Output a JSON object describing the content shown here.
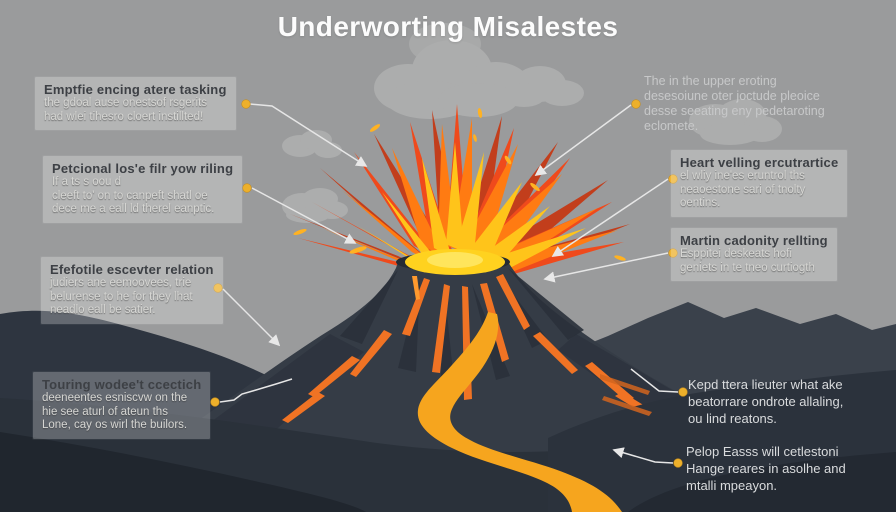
{
  "title": "Underworting Misalestes",
  "colors": {
    "sky": "#9a9b9c",
    "clouds": "#acadad",
    "title_text": "#fcfcfc",
    "box_title_text": "#3d4045",
    "box_body_text": "#d6d6d3",
    "sky_text": "#c7c8c9",
    "dark_text": "#d9dbdd",
    "leader_line": "#e6e6e6",
    "connector_dot": "#edb02b",
    "volcano": "#353c46",
    "volcano_shadow": "#2a303a",
    "terrain_mid": "#2a313a",
    "terrain_dark": "#20262e",
    "ridge_back": "#3a414b",
    "lava_river": "#f6a51e",
    "lava_streak": "#f07324",
    "flame_back": "#c23e1c",
    "flame_red": "#ef4a1c",
    "flame_orange": "#ff7b12",
    "flame_yellow": "#ffc41a",
    "flame_core": "#ffd21f"
  },
  "annotations": [
    {
      "id": "box-top-left",
      "title": "Emptfie encing atere tasking",
      "lines": [
        "the gdoal ause onestsof rsgerits",
        "had wlei tihesro cloert instillted!"
      ]
    },
    {
      "id": "box-left-2",
      "title": "Petcional los'e filr yow riling",
      "lines": [
        "If      a ts   s   oou           d",
        "cleeft to' on to canpeft shatl oe",
        "dece me a eall ld therel eanptic."
      ]
    },
    {
      "id": "box-left-3",
      "title": "Efefotile escevter relation",
      "lines": [
        "judiers ane eemoovees, trie",
        "belurense to he for they lhat",
        "neadlo eall be satier."
      ]
    },
    {
      "id": "box-bottom-left",
      "title": "Touring wodee't ccectich",
      "lines": [
        "deeneentes esniscvw on the",
        "hie  see  aturl of ateun ths",
        "Lone, cay os wirl the builors."
      ]
    },
    {
      "id": "text-top-right",
      "title": "",
      "lines": [
        "The in the upper eroting",
        "desesoiune oter joctude pleoice",
        "desse seeating eny pedetaroting",
        "eclomete."
      ]
    },
    {
      "id": "box-right-1",
      "title": "Heart velling ercutrartice",
      "lines": [
        "el wliy ine'es eruntrol ths",
        "neaoestone sari of tnolty",
        "oentins."
      ]
    },
    {
      "id": "box-right-2",
      "title": "Martin cadonity rellting",
      "lines": [
        "Esppitei deskeats hofi",
        "geniets in te tneo curtiogth"
      ]
    },
    {
      "id": "text-bottom-right-1",
      "title": "",
      "lines": [
        "Kepd ttera lieuter what ake",
        "beatorrare ondrote allaling,",
        "ou lind reatons."
      ]
    },
    {
      "id": "text-bottom-right-2",
      "title": "",
      "lines": [
        "Pelop Easss will cetlestoni",
        "Hange reares in asolhe and",
        "mtalli mpeayon."
      ]
    }
  ]
}
